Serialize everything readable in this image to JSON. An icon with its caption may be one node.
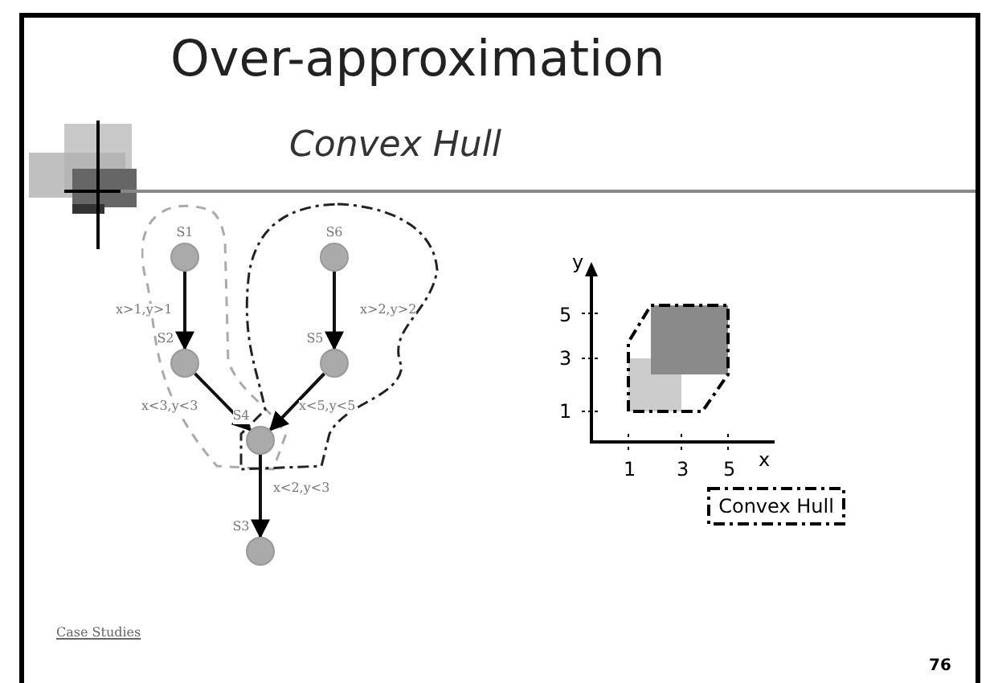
{
  "diagram": {
    "title": "Over-approximation",
    "nodes": [
      {
        "text": [
          "S1"
        ]
      },
      {
        "text": [
          "S6"
        ]
      },
      {
        "text": [
          "S2"
        ]
      },
      {
        "text": [
          "S5"
        ]
      },
      {
        "text": [
          "S4"
        ]
      },
      {
        "text": [
          "S3"
        ]
      },
      {
        "text": [
          "Convex Hull"
        ]
      }
    ],
    "edges": [
      {
        "from": 0,
        "to": 2,
        "arrow": "to",
        "label": "x>1,y>1"
      },
      {
        "from": 1,
        "to": 3,
        "arrow": "to",
        "label": "x>2,y>2"
      },
      {
        "from": 2,
        "to": 4,
        "arrow": "to",
        "label": "x<3,y<3"
      },
      {
        "from": 3,
        "to": 4,
        "arrow": "to",
        "label": "x<5,y<5"
      },
      {
        "from": 4,
        "to": 5,
        "arrow": "to",
        "label": "x<2,y<3"
      }
    ],
    "labels": [
      "Convex Hull",
      "y",
      "5",
      "3",
      "1",
      "1",
      "3",
      "5",
      "x",
      "Case Studies",
      "76"
    ]
  }
}
